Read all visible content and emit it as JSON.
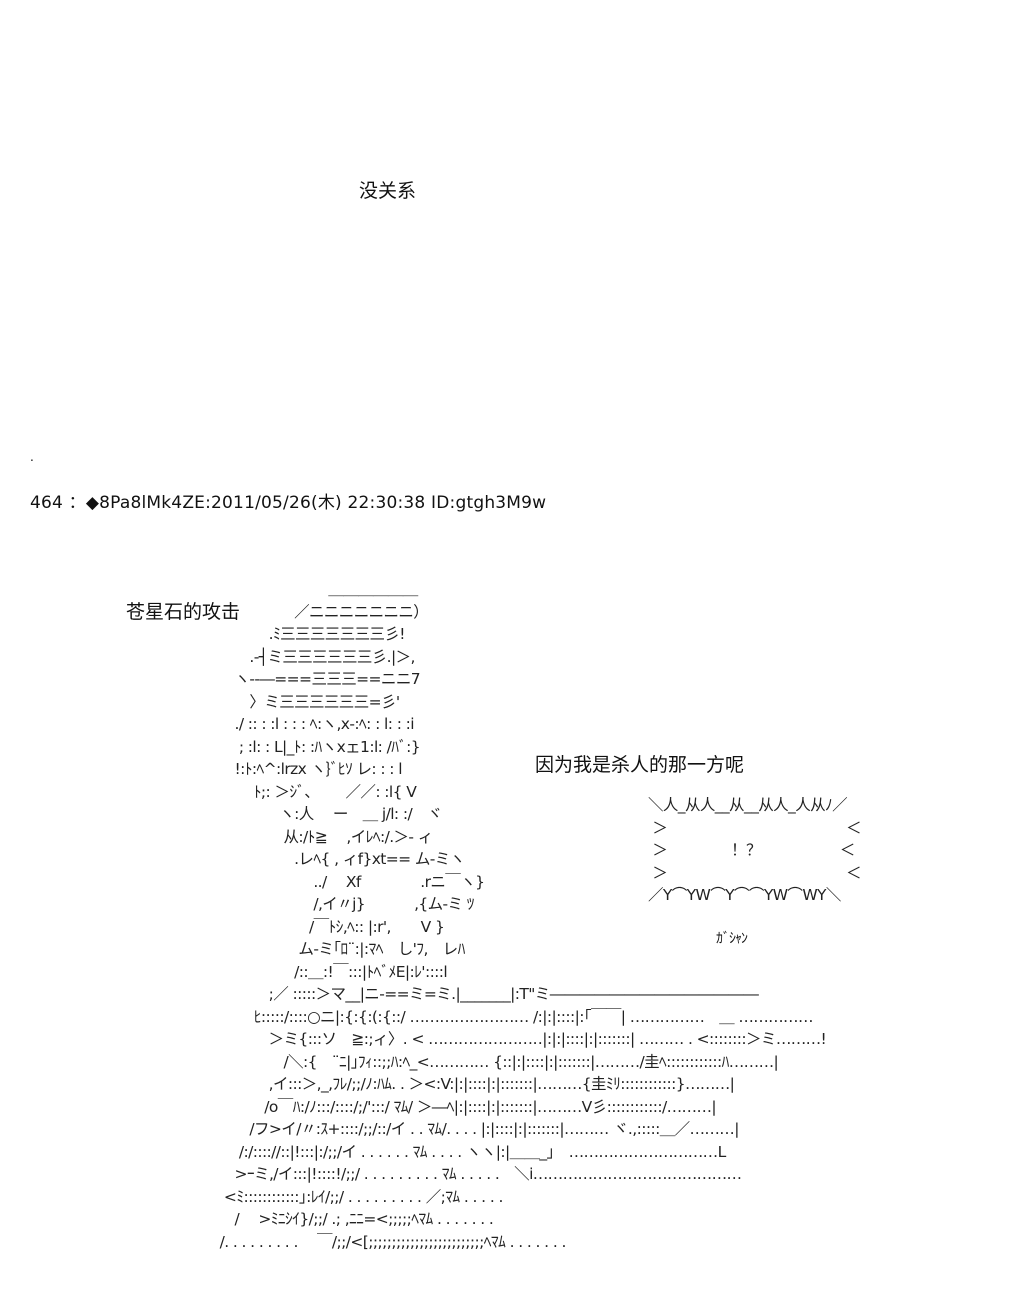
{
  "dialog_top": "没关系",
  "stray_mark": ".",
  "post_header": "464 ：◆8Pa8lMk4ZE:2011/05/26(木) 22:30:38 ID:gtgh3M9w",
  "caption_attack": "苍星石的攻击",
  "dialog_right": "因为我是杀人的那一方呢",
  "sfx_crash": "ｶﾞｼｬﾝ",
  "shout_bubble": "＼人_从人__从__从人_人从ﾉ／\n ＞　　　　　　　　　　　　＜\n ＞　　　　 ！？　　　　　 ＜\n ＞　　　　　　　　　　　　＜\n／Y⌒YW⌒Y⌒⌒YW⌒WY＼",
  "ascii_art_figure": "　　　　　　　　　　　 ＿＿＿＿＿＿\n　　　　　　　　　／ニニニニニニニ）\n　　　　　　　 .ﾐ三三三三三三三彡!\n　　　　　　.-┤ミ三三三三三三彡.|＞,\n　　　　　ヽ--―===三三三==ニニ7\n　　　　　　〉ミ三三三三三三=彡'\n　　　　　./ :: : :l : : : ﾍ:ヽ,x‐:ﾍ: : l: : :i\n　　　　　 ; :l: : L|_ﾄ: :ﾊヽxェ1:l: /ﾊﾞ:}\n　　　　　!:ﾄ:ﾍ^:lrzx ヽ}ﾞﾋｿ レ: : : l\n　　　　　　 ﾄ;: ＞ｼﾞ、　　 ／／: :l{ V\n　　　　　　　　ヽ:人　 ー　＿ j/l: :/　ヾ\n　　　　　　　　 从:/ﾄ≧　 ,イﾚﾍ:/.＞- ィ\n　　　　　　　　　.レﾍ{ , ィf}xt== ム-ミヽ\n　　　　　　　　　　 ../　 Xf　　　　.rニ￣ヽ}\n　　　　　　　　　　 /,イ〃j}　　　 ,{ム-ミ ﾂ\n　　　　　　　　　　/￣ﾄｼ,ﾍ:: |:r',　　V }\n　　　　　　　　　 ム-ミ｢ﾛ¨:|:ﾏﾍ　し'ﾌ,　レﾊ\n　　　　　　　　　/::＿:!￣:::|ﾄﾍﾞﾒE|:ﾚ'::::l\n　　　　　　　 ;／ :::::＞マ__|ニ-==ミ=ミ.|_______|:T\"ミ――――――――――――――\n　　　　　　 ﾋ:::::/::::○ニ|:{:{:(:{::/ …………………… /:|:|::::|:｢￣￣| ……………　＿ ……………\n　　　　　　　 ＞ミ{:::ソ　≧:;ィ〉. < …………………‥|:|:|::::|:|:::::::| ……… . <::::::::＞ミ………!\n　　　　　　　　 /＼:{　¨ﾆ|｣ﾌｨ::;;ﾊ:ﾍ_<………… {::|:|::::|:|:::::::|………/圭ﾍ::::::::::::ﾊ………|\n　　　　　　　 ,イ:::＞,_,ﾌﾚ/;;/ﾉ:ﾊﾑ. . ＞<:V:|:|::::|:|:::::::|………{圭ﾐﾘ::::::::::::}………|\n　　　　　　　/o￣ﾊ:/ﾉ:::/::::/;/':::/ ﾏﾑ/ ＞―ﾍ|:|::::|:|:::::::|………V彡::::::::::::/………|\n　　　　　　/フ>イ/〃:ｽ+::::/;;/::/イ . . ﾏﾑ/. . . . |:|::::|:|:::::::|……… ヾ.,:::::＿／………|\n　　　　　 /:/:::://::|!:::|:/;;/イ . . . . . . ﾏﾑ . . . . ヽヽ|:|＿＿_｣　…………………………L\n　　　　　>ｰミ,/イ:::|!::::!/;;/ . . . . . . . . . ﾏﾑ . . . . .　＼i……………………………………\n　　　　 <ﾐ::::::::::::｣:ﾚｲ/;;/ . . . . . . . . . ／;ﾏﾑ . . . . .\n　　　　　/　 >ﾐﾆｼｲ}/;;/ .; ,ﾆﾆ=<;;;;;ﾍﾏﾑ . . . . . . .\n　　　　/. . . . . . . . .　 ￣/;;/<[;;;;;;;;;;;;;;;;;;;;;;;;;ﾍﾏﾑ . . . . . . ."
}
